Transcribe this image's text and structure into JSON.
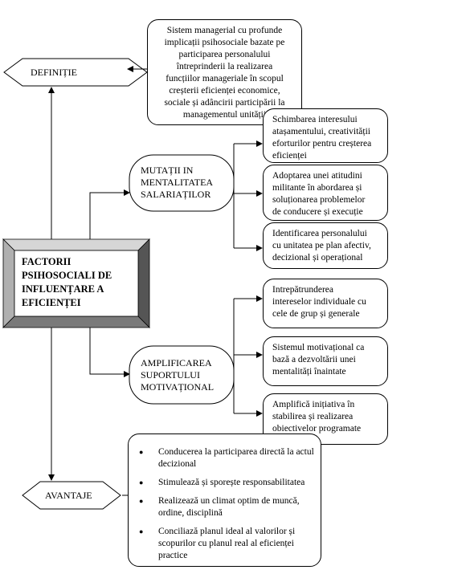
{
  "definition": {
    "label": "DEFINIȚIE",
    "text": [
      "Sistem managerial cu profunde",
      "implicații psihosociale bazate pe",
      "participarea personalului",
      "întreprinderii la realizarea",
      "funcțiilor manageriale în scopul",
      "creșterii eficienței economice,",
      "sociale și adâncirii participării la",
      "managementul unității"
    ]
  },
  "central": {
    "title": [
      "FACTORII",
      "PSIHOSOCIALI DE",
      "INFLUENȚARE A",
      "EFICIENȚEI"
    ]
  },
  "mutatii": {
    "label": [
      "MUTAȚII IN",
      "MENTALITATEA",
      "SALARIAȚILOR"
    ],
    "items": [
      [
        "Schimbarea interesului",
        "atașamentului, creativității",
        "eforturilor pentru creșterea",
        "eficienței"
      ],
      [
        "Adoptarea unei atitudini",
        "militante în abordarea și",
        "soluționarea problemelor",
        "de conducere și execuție"
      ],
      [
        "Identificarea personalului",
        "cu unitatea pe plan afectiv,",
        "decizional și operațional"
      ]
    ]
  },
  "amplificarea": {
    "label": [
      "AMPLIFICAREA",
      "SUPORTULUI",
      "MOTIVAȚIONAL"
    ],
    "items": [
      [
        "Intrepătrunderea",
        "intereselor individuale cu",
        "cele de grup și generale"
      ],
      [
        "Sistemul motivațional ca",
        "bază a dezvoltării unei",
        "mentalități înaintate"
      ],
      [
        "Amplifică inițiativa în",
        "stabilirea și realizarea",
        "obiectivelor programate"
      ]
    ]
  },
  "avantaje": {
    "label": "AVANTAJE",
    "items": [
      "Conducerea la participarea directă la actul decizional",
      "Stimulează și sporește responsabilitatea",
      "Realizează un climat optim de muncă, ordine, disciplină",
      "Conciliază planul ideal al valorilor și scopurilor cu planul real al eficienței practice"
    ]
  }
}
